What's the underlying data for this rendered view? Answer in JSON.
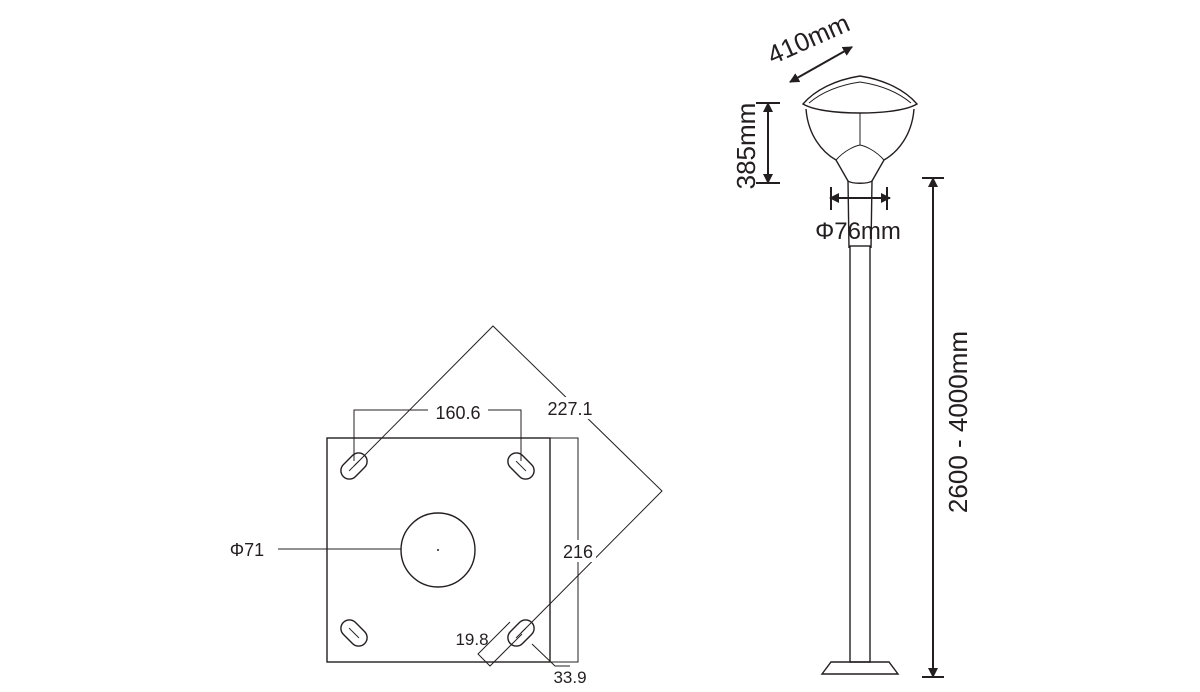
{
  "base_plate": {
    "hole_spacing_label": "160.6",
    "diagonal_label": "227.1",
    "side_label": "216",
    "center_hole_label": "Φ71",
    "slot_width_label": "19.8",
    "slot_offset_label": "33.9"
  },
  "lamp": {
    "head_width_label": "410mm",
    "head_height_label": "385mm",
    "pole_diameter_label": "Φ76mm",
    "pole_height_label": "2600 - 4000mm"
  }
}
